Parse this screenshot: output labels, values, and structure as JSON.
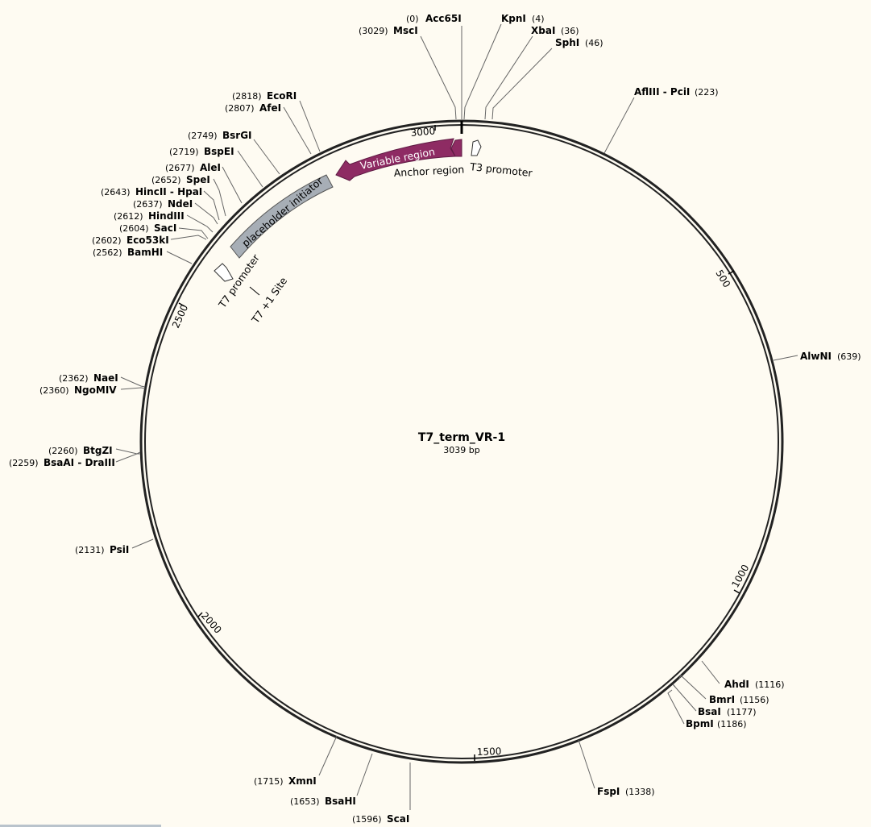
{
  "plasmid": {
    "name": "T7_term_VR-1",
    "length_label": "3039 bp",
    "length": 3039
  },
  "ticks": [
    "500",
    "1000",
    "1500",
    "2000",
    "2500",
    "3000"
  ],
  "sites": [
    {
      "id": "acc65i",
      "pos": "(0)",
      "name": "Acc65I",
      "bp": 0
    },
    {
      "id": "kpni",
      "pos": "(4)",
      "name": "KpnI",
      "bp": 4
    },
    {
      "id": "msci",
      "pos": "(3029)",
      "name": "MscI",
      "bp": 3029
    },
    {
      "id": "xbai",
      "pos": "(36)",
      "name": "XbaI",
      "bp": 36
    },
    {
      "id": "sphi",
      "pos": "(46)",
      "name": "SphI",
      "bp": 46
    },
    {
      "id": "afliii-pcii",
      "pos": "(223)",
      "name": "AflIII - PciI",
      "bp": 223
    },
    {
      "id": "alwni",
      "pos": "(639)",
      "name": "AlwNI",
      "bp": 639
    },
    {
      "id": "ahdi",
      "pos": "(1116)",
      "name": "AhdI",
      "bp": 1116
    },
    {
      "id": "bmri",
      "pos": "(1156)",
      "name": "BmrI",
      "bp": 1156
    },
    {
      "id": "bsai",
      "pos": "(1177)",
      "name": "BsaI",
      "bp": 1177
    },
    {
      "id": "bpmi",
      "pos": "(1186)",
      "name": "BpmI",
      "bp": 1186
    },
    {
      "id": "fspi",
      "pos": "(1338)",
      "name": "FspI",
      "bp": 1338
    },
    {
      "id": "scai",
      "pos": "(1596)",
      "name": "ScaI",
      "bp": 1596
    },
    {
      "id": "bsahi",
      "pos": "(1653)",
      "name": "BsaHI",
      "bp": 1653
    },
    {
      "id": "xmni",
      "pos": "(1715)",
      "name": "XmnI",
      "bp": 1715
    },
    {
      "id": "psii",
      "pos": "(2131)",
      "name": "PsiI",
      "bp": 2131
    },
    {
      "id": "btgzi",
      "pos": "(2260)",
      "name": "BtgZI",
      "bp": 2260
    },
    {
      "id": "bsaai-dralii",
      "pos": "(2259)",
      "name": "BsaAI - DraIII",
      "bp": 2259
    },
    {
      "id": "naei",
      "pos": "(2362)",
      "name": "NaeI",
      "bp": 2362
    },
    {
      "id": "ngomiv",
      "pos": "(2360)",
      "name": "NgoMIV",
      "bp": 2360
    },
    {
      "id": "bamhi",
      "pos": "(2562)",
      "name": "BamHI",
      "bp": 2562
    },
    {
      "id": "eco53ki",
      "pos": "(2602)",
      "name": "Eco53kI",
      "bp": 2602
    },
    {
      "id": "saci",
      "pos": "(2604)",
      "name": "SacI",
      "bp": 2604
    },
    {
      "id": "hindiii",
      "pos": "(2612)",
      "name": "HindIII",
      "bp": 2612
    },
    {
      "id": "ndei",
      "pos": "(2637)",
      "name": "NdeI",
      "bp": 2637
    },
    {
      "id": "hincii-hpai",
      "pos": "(2643)",
      "name": "HincII - HpaI",
      "bp": 2643
    },
    {
      "id": "spei",
      "pos": "(2652)",
      "name": "SpeI",
      "bp": 2652
    },
    {
      "id": "alei",
      "pos": "(2677)",
      "name": "AleI",
      "bp": 2677
    },
    {
      "id": "bspei",
      "pos": "(2719)",
      "name": "BspEI",
      "bp": 2719
    },
    {
      "id": "bsrgi",
      "pos": "(2749)",
      "name": "BsrGI",
      "bp": 2749
    },
    {
      "id": "afei",
      "pos": "(2807)",
      "name": "AfeI",
      "bp": 2807
    },
    {
      "id": "ecori",
      "pos": "(2818)",
      "name": "EcoRI",
      "bp": 2818
    }
  ],
  "features": {
    "variable_region": "Variable region",
    "anchor_region": "Anchor region",
    "t3_promoter": "T3 promoter",
    "placeholder_initiator": "placeholder initiator",
    "t7_promoter": "T7 promoter",
    "t7_plus1_site": "T7 +1 Site"
  },
  "colors": {
    "background": "#fefbf2",
    "backbone": "#222222",
    "variable_region": "#8e2b63",
    "placeholder_initiator": "#a7aeb6",
    "promoter_outline": "#333333"
  }
}
